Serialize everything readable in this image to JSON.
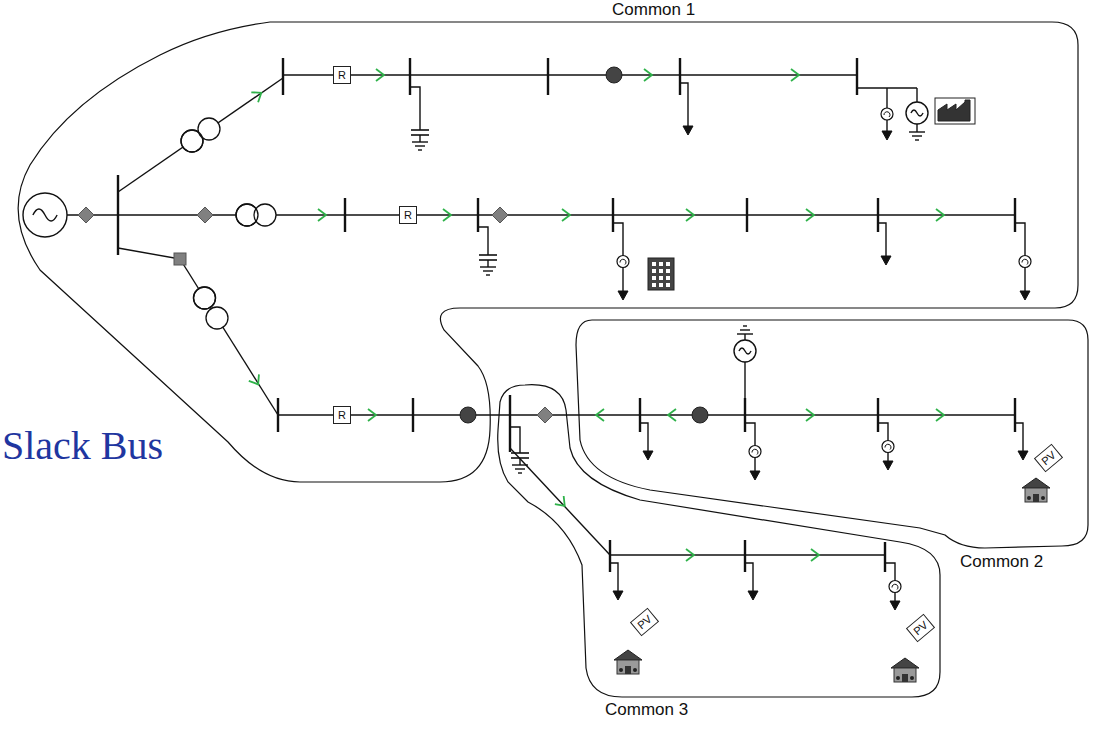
{
  "diagram": {
    "nodes": [
      {
        "text": [
          "Common 1"
        ]
      },
      {
        "text": [
          "R"
        ],
        "in": 0
      },
      {
        "text": [
          "R"
        ],
        "in": 0
      },
      {
        "text": [
          "R"
        ],
        "in": 0
      },
      {
        "text": [
          "Common 2"
        ]
      },
      {
        "text": [
          "PV"
        ],
        "in": 4
      },
      {
        "text": [
          "Common 3"
        ]
      },
      {
        "text": [
          "PV"
        ],
        "in": 6
      },
      {
        "text": [
          "PV"
        ],
        "in": 6
      }
    ],
    "labels": [
      "Slack Bus"
    ]
  }
}
